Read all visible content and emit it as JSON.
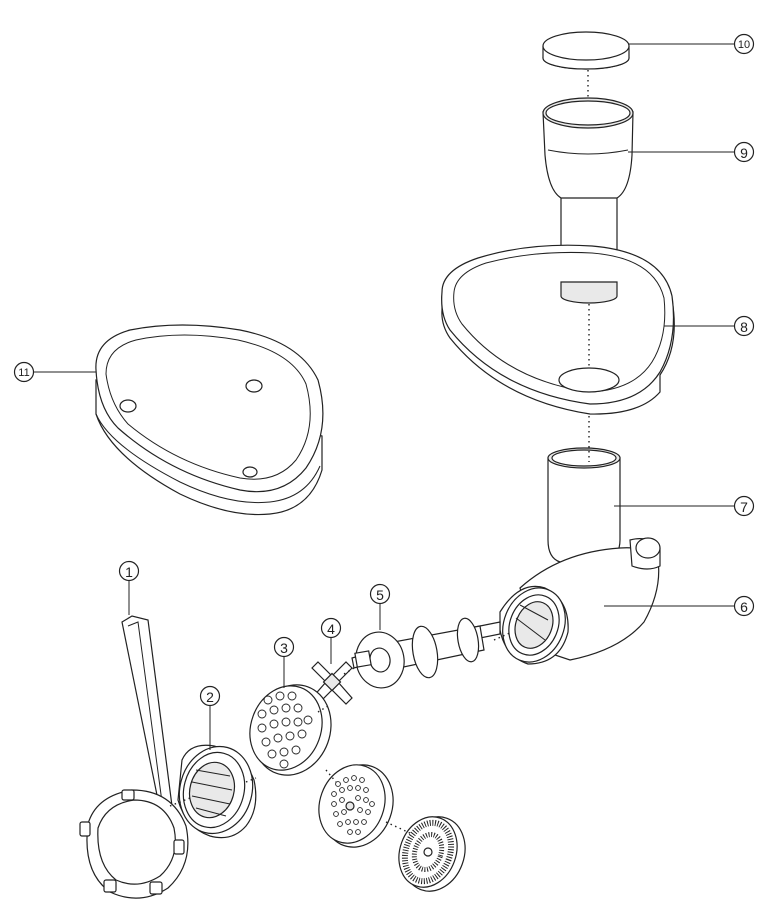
{
  "callouts": [
    {
      "id": "1",
      "label": "1"
    },
    {
      "id": "2",
      "label": "2"
    },
    {
      "id": "3",
      "label": "3"
    },
    {
      "id": "4",
      "label": "4"
    },
    {
      "id": "5",
      "label": "5"
    },
    {
      "id": "6",
      "label": "6"
    },
    {
      "id": "7",
      "label": "7"
    },
    {
      "id": "8",
      "label": "8"
    },
    {
      "id": "9",
      "label": "9"
    },
    {
      "id": "10",
      "label": "10"
    },
    {
      "id": "11",
      "label": "11"
    }
  ],
  "colors": {
    "line": "#222222",
    "background": "#ffffff",
    "shade": "#e9e9e9"
  }
}
